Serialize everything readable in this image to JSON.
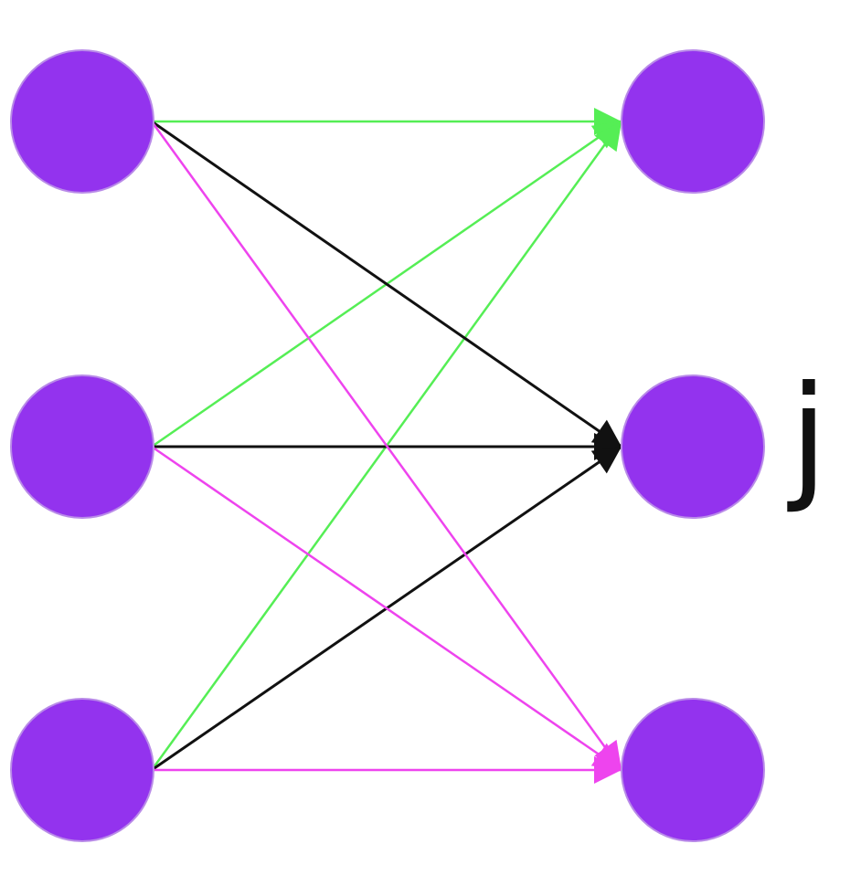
{
  "diagram": {
    "type": "bipartite-graph",
    "colors": {
      "node": "#9333ee",
      "node_stroke": "#b98be8",
      "edge_to_top": "#55ee55",
      "edge_to_middle": "#111111",
      "edge_to_bottom": "#ee44ee"
    },
    "left_nodes": [
      {
        "id": "l1",
        "label": ""
      },
      {
        "id": "l2",
        "label": ""
      },
      {
        "id": "l3",
        "label": ""
      }
    ],
    "right_nodes": [
      {
        "id": "r1",
        "label": ""
      },
      {
        "id": "r2",
        "label": "j"
      },
      {
        "id": "r3",
        "label": ""
      }
    ],
    "edges": [
      {
        "from": "l1",
        "to": "r1",
        "color_key": "edge_to_top"
      },
      {
        "from": "l2",
        "to": "r1",
        "color_key": "edge_to_top"
      },
      {
        "from": "l3",
        "to": "r1",
        "color_key": "edge_to_top"
      },
      {
        "from": "l1",
        "to": "r2",
        "color_key": "edge_to_middle"
      },
      {
        "from": "l2",
        "to": "r2",
        "color_key": "edge_to_middle"
      },
      {
        "from": "l3",
        "to": "r2",
        "color_key": "edge_to_middle"
      },
      {
        "from": "l1",
        "to": "r3",
        "color_key": "edge_to_bottom"
      },
      {
        "from": "l2",
        "to": "r3",
        "color_key": "edge_to_bottom"
      },
      {
        "from": "l3",
        "to": "r3",
        "color_key": "edge_to_bottom"
      }
    ]
  }
}
